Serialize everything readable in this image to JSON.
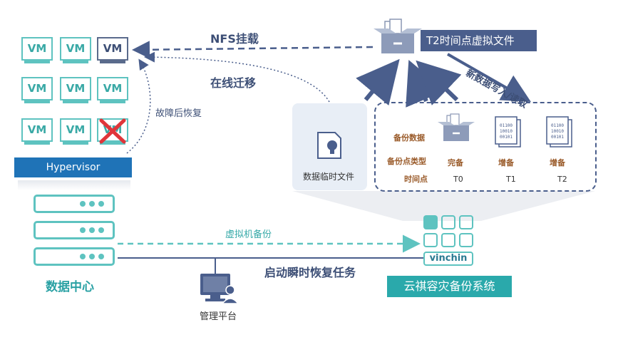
{
  "vm_grid": {
    "vm_label": "VM",
    "hypervisor_label": "Hypervisor"
  },
  "datacenter_label": "数据中心",
  "mgmt_label": "管理平台",
  "arrows": {
    "nfs": "NFS挂载",
    "migrate": "在线迁移",
    "restore": "故障后恢复",
    "vm_backup": "虚拟机备份",
    "instant": "启动瞬时恢复任务",
    "rw": "新数据写入/读取"
  },
  "t2_label": "T2时间点虚拟文件",
  "temp_file_label": "数据临时文件",
  "backup_panel": {
    "row_labels": [
      "备份数据",
      "备份点类型",
      "时间点"
    ],
    "types": [
      "完备",
      "增备",
      "增备"
    ],
    "times": [
      "T0",
      "T1",
      "T2"
    ],
    "binary_text": [
      "01100",
      "10010",
      "00101"
    ]
  },
  "vinchin": {
    "logo_text": "vinchin",
    "system_label": "云祺容灾备份系统"
  },
  "colors": {
    "teal": "#5ec3c0",
    "navy": "#3d4f76",
    "brand": "#1f73b7",
    "slate": "#4a5e8c"
  }
}
